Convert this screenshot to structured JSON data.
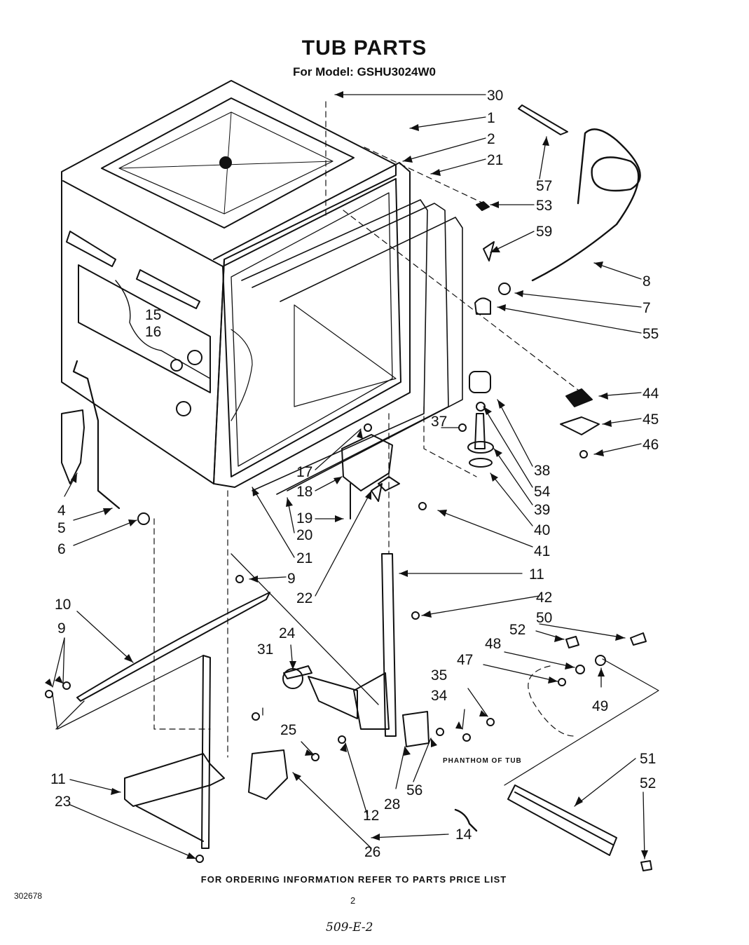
{
  "title": "TUB PARTS",
  "model_line": "For Model: GSHU3024W0",
  "footer_note": "FOR ORDERING INFORMATION REFER TO PARTS PRICE LIST",
  "drawing_code": "302678",
  "page_number": "2",
  "handwritten_note": "509-E-2",
  "phantom_label": "PHANTHOM OF TUB",
  "callouts": [
    {
      "id": "30",
      "text": "30"
    },
    {
      "id": "1",
      "text": "1"
    },
    {
      "id": "2",
      "text": "2"
    },
    {
      "id": "21a",
      "text": "21"
    },
    {
      "id": "57",
      "text": "57"
    },
    {
      "id": "53",
      "text": "53"
    },
    {
      "id": "59",
      "text": "59"
    },
    {
      "id": "8",
      "text": "8"
    },
    {
      "id": "7",
      "text": "7"
    },
    {
      "id": "55",
      "text": "55"
    },
    {
      "id": "15",
      "text": "15"
    },
    {
      "id": "16",
      "text": "16"
    },
    {
      "id": "44",
      "text": "44"
    },
    {
      "id": "45",
      "text": "45"
    },
    {
      "id": "46",
      "text": "46"
    },
    {
      "id": "37",
      "text": "37"
    },
    {
      "id": "38",
      "text": "38"
    },
    {
      "id": "54",
      "text": "54"
    },
    {
      "id": "39",
      "text": "39"
    },
    {
      "id": "40",
      "text": "40"
    },
    {
      "id": "41",
      "text": "41"
    },
    {
      "id": "17",
      "text": "17"
    },
    {
      "id": "18",
      "text": "18"
    },
    {
      "id": "19",
      "text": "19"
    },
    {
      "id": "20",
      "text": "20"
    },
    {
      "id": "21b",
      "text": "21"
    },
    {
      "id": "22",
      "text": "22"
    },
    {
      "id": "4",
      "text": "4"
    },
    {
      "id": "5",
      "text": "5"
    },
    {
      "id": "6",
      "text": "6"
    },
    {
      "id": "9a",
      "text": "9"
    },
    {
      "id": "11a",
      "text": "11"
    },
    {
      "id": "42",
      "text": "42"
    },
    {
      "id": "10",
      "text": "10"
    },
    {
      "id": "9b",
      "text": "9"
    },
    {
      "id": "50",
      "text": "50"
    },
    {
      "id": "52a",
      "text": "52"
    },
    {
      "id": "48",
      "text": "48"
    },
    {
      "id": "24",
      "text": "24"
    },
    {
      "id": "31",
      "text": "31"
    },
    {
      "id": "47",
      "text": "47"
    },
    {
      "id": "35",
      "text": "35"
    },
    {
      "id": "34",
      "text": "34"
    },
    {
      "id": "49",
      "text": "49"
    },
    {
      "id": "25",
      "text": "25"
    },
    {
      "id": "51",
      "text": "51"
    },
    {
      "id": "11b",
      "text": "11"
    },
    {
      "id": "52b",
      "text": "52"
    },
    {
      "id": "23",
      "text": "23"
    },
    {
      "id": "56",
      "text": "56"
    },
    {
      "id": "28",
      "text": "28"
    },
    {
      "id": "12",
      "text": "12"
    },
    {
      "id": "14",
      "text": "14"
    },
    {
      "id": "26",
      "text": "26"
    }
  ]
}
